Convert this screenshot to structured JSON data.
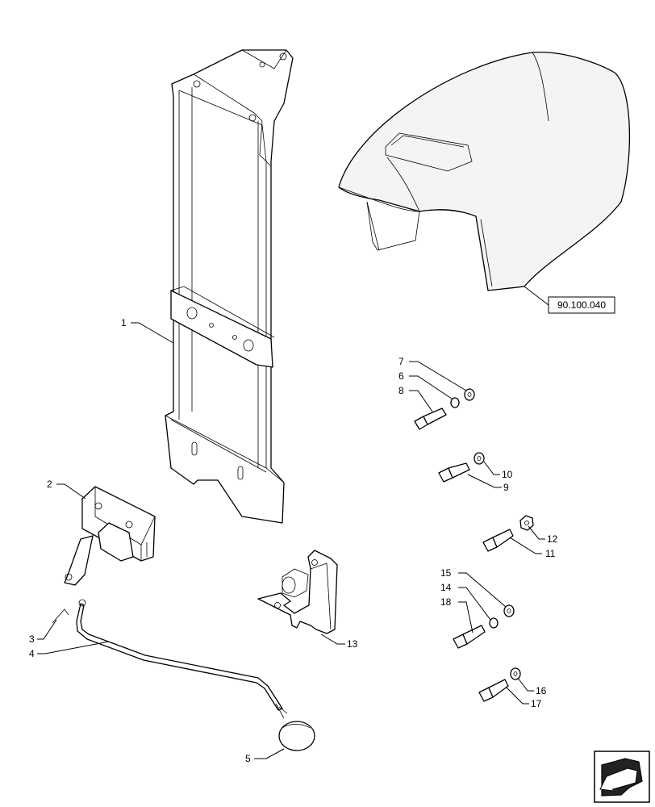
{
  "callouts": [
    {
      "id": "c1",
      "label": "1"
    },
    {
      "id": "c2",
      "label": "2"
    },
    {
      "id": "c3",
      "label": "3"
    },
    {
      "id": "c4",
      "label": "4"
    },
    {
      "id": "c5",
      "label": "5"
    },
    {
      "id": "c6",
      "label": "6"
    },
    {
      "id": "c7",
      "label": "7"
    },
    {
      "id": "c8",
      "label": "8"
    },
    {
      "id": "c9",
      "label": "9"
    },
    {
      "id": "c10",
      "label": "10"
    },
    {
      "id": "c11",
      "label": "11"
    },
    {
      "id": "c12",
      "label": "12"
    },
    {
      "id": "c13",
      "label": "13"
    },
    {
      "id": "c14",
      "label": "14"
    },
    {
      "id": "c15",
      "label": "15"
    },
    {
      "id": "c16",
      "label": "16"
    },
    {
      "id": "c17",
      "label": "17"
    },
    {
      "id": "c18",
      "label": "18"
    }
  ],
  "reference_box": {
    "label": "90.100.040"
  },
  "nav_icon": "arrow-back-icon"
}
